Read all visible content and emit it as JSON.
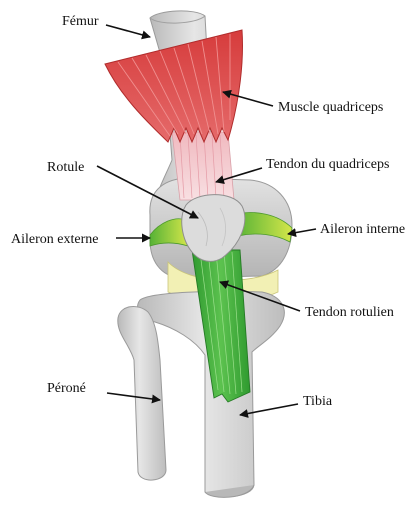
{
  "labels": {
    "femur": "Fémur",
    "quadriceps_muscle": "Muscle quadriceps",
    "patella": "Rotule",
    "quadriceps_tendon": "Tendon du quadriceps",
    "lateral_retinaculum": "Aileron externe",
    "medial_retinaculum": "Aileron interne",
    "patellar_tendon": "Tendon rotulien",
    "fibula": "Péroné",
    "tibia": "Tibia"
  },
  "colors": {
    "muscle": "#d94a4a",
    "tendon_quadriceps": "#f3c9cd",
    "patellar_tendon": "#3fae3a",
    "retinaculum": "#9ccc2a",
    "cartilage": "#f3f0b0",
    "bone": "#d5d5d5",
    "bone_shadow": "#a8a8a8",
    "line": "#111111"
  }
}
